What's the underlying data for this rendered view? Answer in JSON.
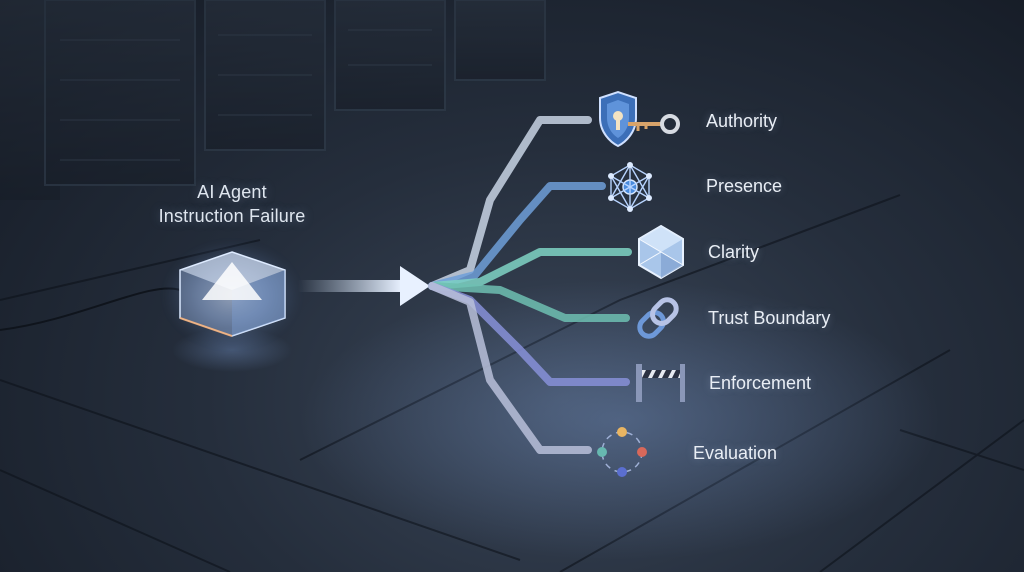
{
  "source": {
    "title_line1": "AI Agent",
    "title_line2": "Instruction Failure"
  },
  "branches": [
    {
      "label": "Authority",
      "icon": "shield-key-icon",
      "color": "#c8d3e4"
    },
    {
      "label": "Presence",
      "icon": "network-node-icon",
      "color": "#6f9fd8"
    },
    {
      "label": "Clarity",
      "icon": "crystal-icon",
      "color": "#7fd3c4"
    },
    {
      "label": "Trust Boundary",
      "icon": "chain-link-icon",
      "color": "#6fbfb2"
    },
    {
      "label": "Enforcement",
      "icon": "barrier-gate-icon",
      "color": "#8790d8"
    },
    {
      "label": "Evaluation",
      "icon": "cycle-icon",
      "color": "#b9bfd9"
    }
  ]
}
